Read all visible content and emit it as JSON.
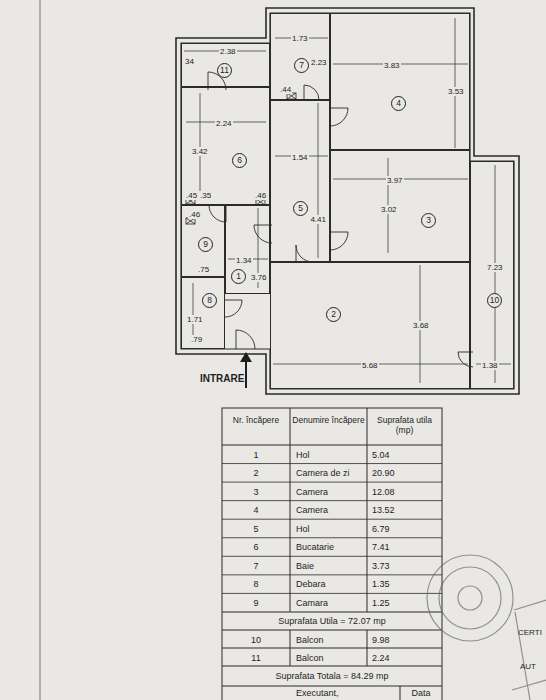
{
  "diagram": {
    "nodes": [
      {
        "text": [
          "11",
          "2.38",
          "34"
        ]
      },
      {
        "text": [
          "7",
          "1.73",
          "2.23",
          ".44"
        ]
      },
      {
        "text": [
          "4",
          "3.83",
          "3.53"
        ]
      },
      {
        "text": [
          "6",
          "2.24",
          "3.42",
          ".45",
          ".35",
          ".46"
        ]
      },
      {
        "text": [
          "5",
          "1.54",
          "4.41"
        ]
      },
      {
        "text": [
          "3",
          "3.97",
          "3.02"
        ]
      },
      {
        "text": [
          "9",
          ".46",
          ".75"
        ]
      },
      {
        "text": [
          "1",
          "1.34",
          "3.76"
        ]
      },
      {
        "text": [
          "10",
          "7.23",
          "1.38"
        ]
      },
      {
        "text": [
          "2",
          "3.68",
          "5.68"
        ]
      },
      {
        "text": [
          "8",
          "1.71",
          ".79"
        ]
      }
    ],
    "labels": [
      "INTRARE",
      "Nr. încăpere",
      "Denumire încăpere",
      "Suprafata utila (mp)",
      "1",
      "Hol",
      "5.04",
      "2",
      "Camera de zi",
      "20.90",
      "3",
      "Camera",
      "12.08",
      "4",
      "Camera",
      "13.52",
      "5",
      "Hol",
      "6.79",
      "6",
      "Bucatarie",
      "7.41",
      "7",
      "Baie",
      "3.73",
      "8",
      "Debara",
      "1.35",
      "9",
      "Camara",
      "1.25",
      "Suprafata Utila = 72.07 mp",
      "10",
      "Balcon",
      "9.98",
      "11",
      "Balcon",
      "2.24",
      "Suprafata Totala = 84.29 mp",
      "Executant,",
      "Data",
      "CERTI",
      "AUT"
    ]
  }
}
